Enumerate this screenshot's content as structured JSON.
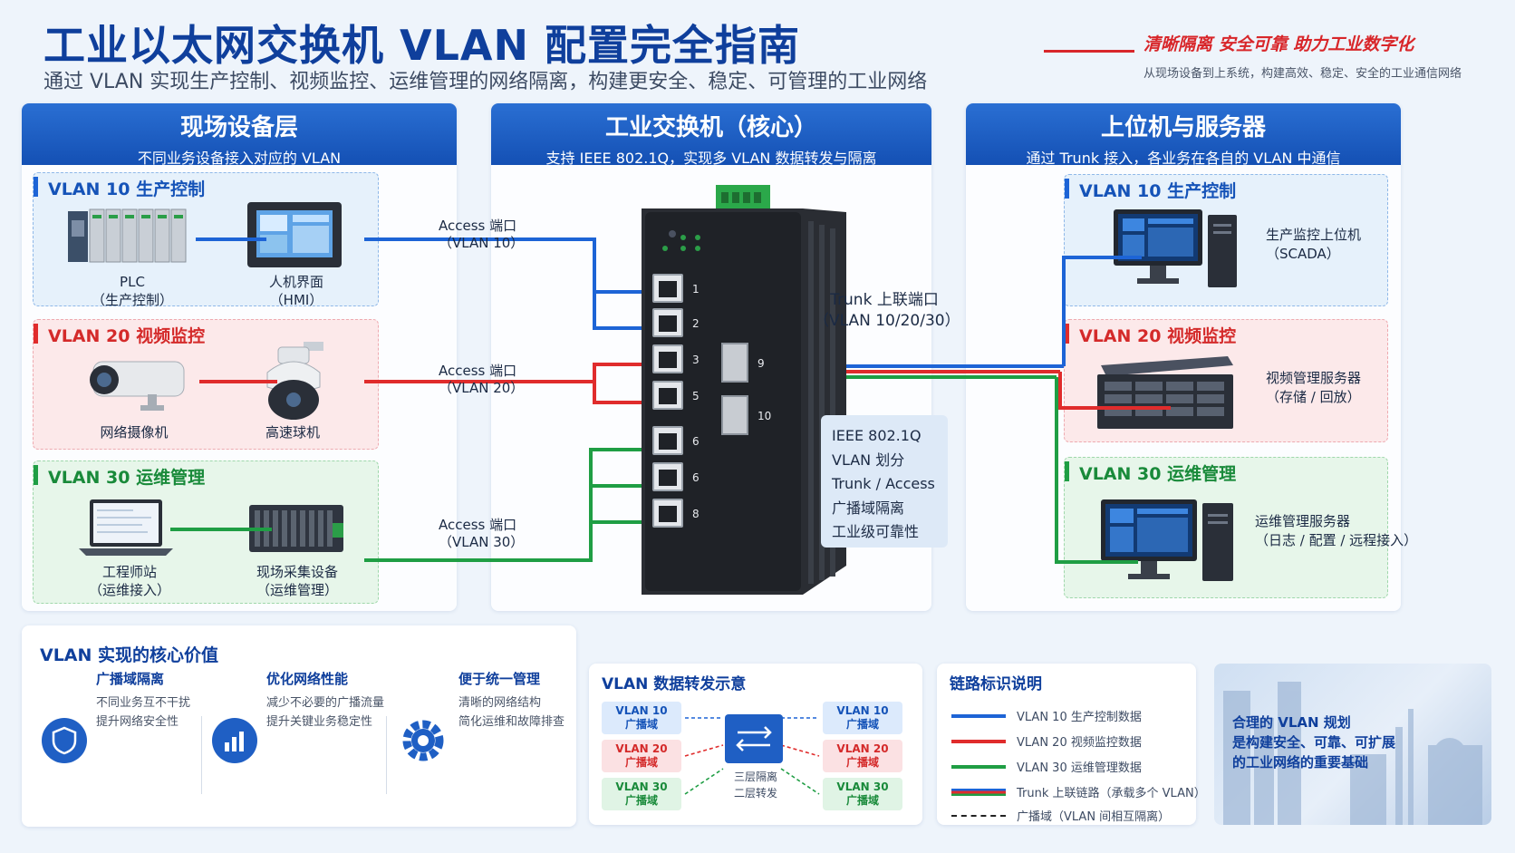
{
  "header": {
    "title": "工业以太网交换机 VLAN 配置完全指南",
    "subtitle": "通过 VLAN 实现生产控制、视频监控、运维管理的网络隔离，构建更安全、稳定、可管理的工业网络",
    "slogan": "清晰隔离  安全可靠  助力工业数字化",
    "slogan_sub": "从现场设备到上系统，构建高效、稳定、安全的工业通信网络"
  },
  "left_column": {
    "title": "现场设备层",
    "subtitle": "不同业务设备接入对应的 VLAN",
    "vlan10": {
      "label": "VLAN 10  生产控制",
      "dev1_name": "PLC",
      "dev1_role": "（生产控制）",
      "dev2_name": "人机界面",
      "dev2_role": "（HMI）"
    },
    "vlan20": {
      "label": "VLAN 20  视频监控",
      "dev1_name": "网络摄像机",
      "dev2_name": "高速球机"
    },
    "vlan30": {
      "label": "VLAN 30  运维管理",
      "dev1_name": "工程师站",
      "dev1_role": "（运维接入）",
      "dev2_name": "现场采集设备",
      "dev2_role": "（运维管理）"
    }
  },
  "center_column": {
    "title": "工业交换机（核心）",
    "subtitle": "支持 IEEE 802.1Q，实现多 VLAN 数据转发与隔离",
    "access10": {
      "line1": "Access 端口",
      "line2": "（VLAN 10）"
    },
    "access20": {
      "line1": "Access 端口",
      "line2": "（VLAN 20）"
    },
    "access30": {
      "line1": "Access 端口",
      "line2": "（VLAN 30）"
    },
    "port_numbers": [
      "1",
      "2",
      "3",
      "5",
      "6",
      "6",
      "8"
    ],
    "sfp_numbers": [
      "9",
      "10"
    ],
    "trunk": {
      "line1": "Trunk 上联端口",
      "line2": "（VLAN 10/20/30）"
    },
    "features": [
      "IEEE 802.1Q",
      "VLAN 划分",
      "Trunk / Access",
      "广播域隔离",
      "工业级可靠性"
    ]
  },
  "right_column": {
    "title": "上位机与服务器",
    "subtitle": "通过 Trunk 接入，各业务在各自的 VLAN 中通信",
    "vlan10": {
      "label": "VLAN 10  生产控制",
      "name": "生产监控上位机",
      "role": "（SCADA）"
    },
    "vlan20": {
      "label": "VLAN 20  视频监控",
      "name": "视频管理服务器",
      "role": "（存储 / 回放）"
    },
    "vlan30": {
      "label": "VLAN 30  运维管理",
      "name": "运维管理服务器",
      "role": "（日志 / 配置 / 远程接入）"
    }
  },
  "value_panel": {
    "title": "VLAN 实现的核心价值",
    "items": [
      {
        "title": "广播域隔离",
        "line1": "不同业务互不干扰",
        "line2": "提升网络安全性",
        "icon": "shield-icon"
      },
      {
        "title": "优化网络性能",
        "line1": "减少不必要的广播流量",
        "line2": "提升关键业务稳定性",
        "icon": "bar-chart-icon"
      },
      {
        "title": "便于统一管理",
        "line1": "清晰的网络结构",
        "line2": "简化运维和故障排查",
        "icon": "gear-icon"
      }
    ]
  },
  "forward_panel": {
    "title": "VLAN 数据转发示意",
    "left": [
      {
        "vlan": "VLAN 10",
        "domain": "广播域"
      },
      {
        "vlan": "VLAN 20",
        "domain": "广播域"
      },
      {
        "vlan": "VLAN 30",
        "domain": "广播域"
      }
    ],
    "right": [
      {
        "vlan": "VLAN 10",
        "domain": "广播域"
      },
      {
        "vlan": "VLAN 20",
        "domain": "广播域"
      },
      {
        "vlan": "VLAN 30",
        "domain": "广播域"
      }
    ],
    "caption1": "三层隔离",
    "caption2": "二层转发"
  },
  "legend_panel": {
    "title": "链路标识说明",
    "rows": [
      "VLAN 10 生产控制数据",
      "VLAN 20 视频监控数据",
      "VLAN 30 运维管理数据",
      "Trunk 上联链路（承载多个 VLAN）",
      "广播域（VLAN 间相互隔离）"
    ]
  },
  "footer_card": {
    "line1": "合理的 VLAN 规划",
    "line2": "是构建安全、可靠、可扩展",
    "line3": "的工业网络的重要基础"
  },
  "colors": {
    "vlan10": "#1d64d6",
    "vlan20": "#e02c2c",
    "vlan30": "#1f9e44",
    "primary": "#0f3f9c"
  }
}
